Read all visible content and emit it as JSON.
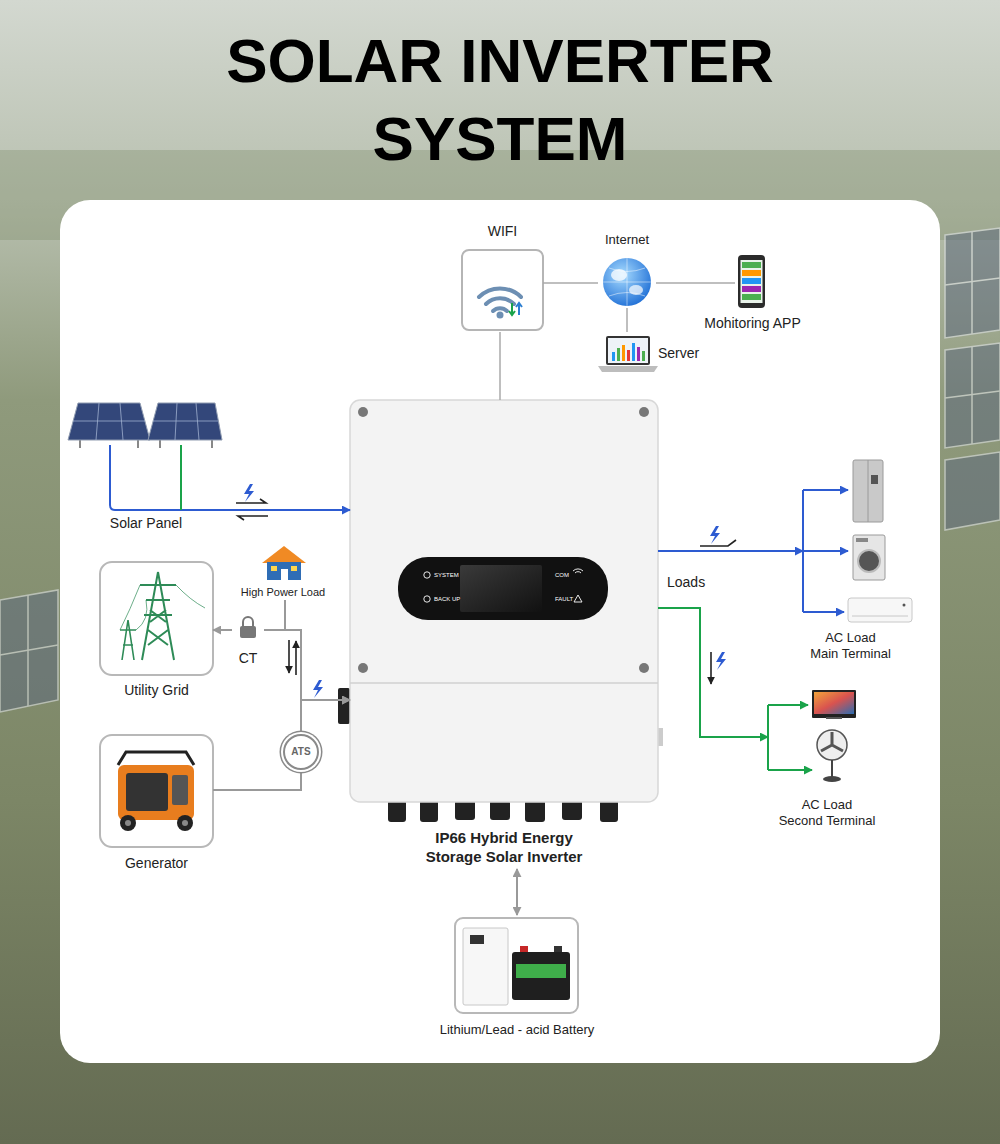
{
  "diagram": {
    "title": "SOLAR INVERTER SYSTEM",
    "nodes": [
      {
        "text": [
          "WIFI"
        ]
      },
      {
        "text": [
          "Internet"
        ]
      },
      {
        "text": [
          "Mohitoring APP"
        ]
      },
      {
        "text": [
          "Server"
        ]
      },
      {
        "text": [
          "Solar Panel"
        ]
      },
      {
        "text": [
          "IP66 Hybrid Energy Storage Solar Inverter"
        ]
      },
      {
        "text": [
          "High Power Load"
        ]
      },
      {
        "text": [
          "Utility Grid"
        ]
      },
      {
        "text": [
          "CT"
        ]
      },
      {
        "text": [
          "AC Load Main Terminal"
        ]
      },
      {
        "text": [
          "ATS"
        ]
      },
      {
        "text": [
          "Generator"
        ]
      },
      {
        "text": [
          "AC Load Second Terminal"
        ]
      },
      {
        "text": [
          "Lithium/Lead - acid Battery"
        ]
      }
    ],
    "edges": [
      {
        "from": 0,
        "to": 1,
        "arrow": "none"
      },
      {
        "from": 1,
        "to": 2,
        "arrow": "none"
      },
      {
        "from": 1,
        "to": 3,
        "arrow": "none"
      },
      {
        "from": 0,
        "to": 5,
        "arrow": "none"
      },
      {
        "from": 4,
        "to": 5,
        "arrow": "to"
      },
      {
        "from": 5,
        "to": 9,
        "arrow": "to",
        "label": "Loads"
      },
      {
        "from": 5,
        "to": 12,
        "arrow": "to"
      },
      {
        "from": 5,
        "to": 13,
        "arrow": "both"
      },
      {
        "from": 8,
        "to": 7,
        "arrow": "to"
      },
      {
        "from": 6,
        "to": 8,
        "arrow": "none"
      },
      {
        "from": 8,
        "to": 5,
        "arrow": "to"
      },
      {
        "from": 11,
        "to": 10,
        "arrow": "none"
      },
      {
        "from": 10,
        "to": 5,
        "arrow": "to"
      }
    ],
    "labels": [
      "SYSTEM",
      "BACK UP",
      "COM",
      "FAULT"
    ]
  }
}
